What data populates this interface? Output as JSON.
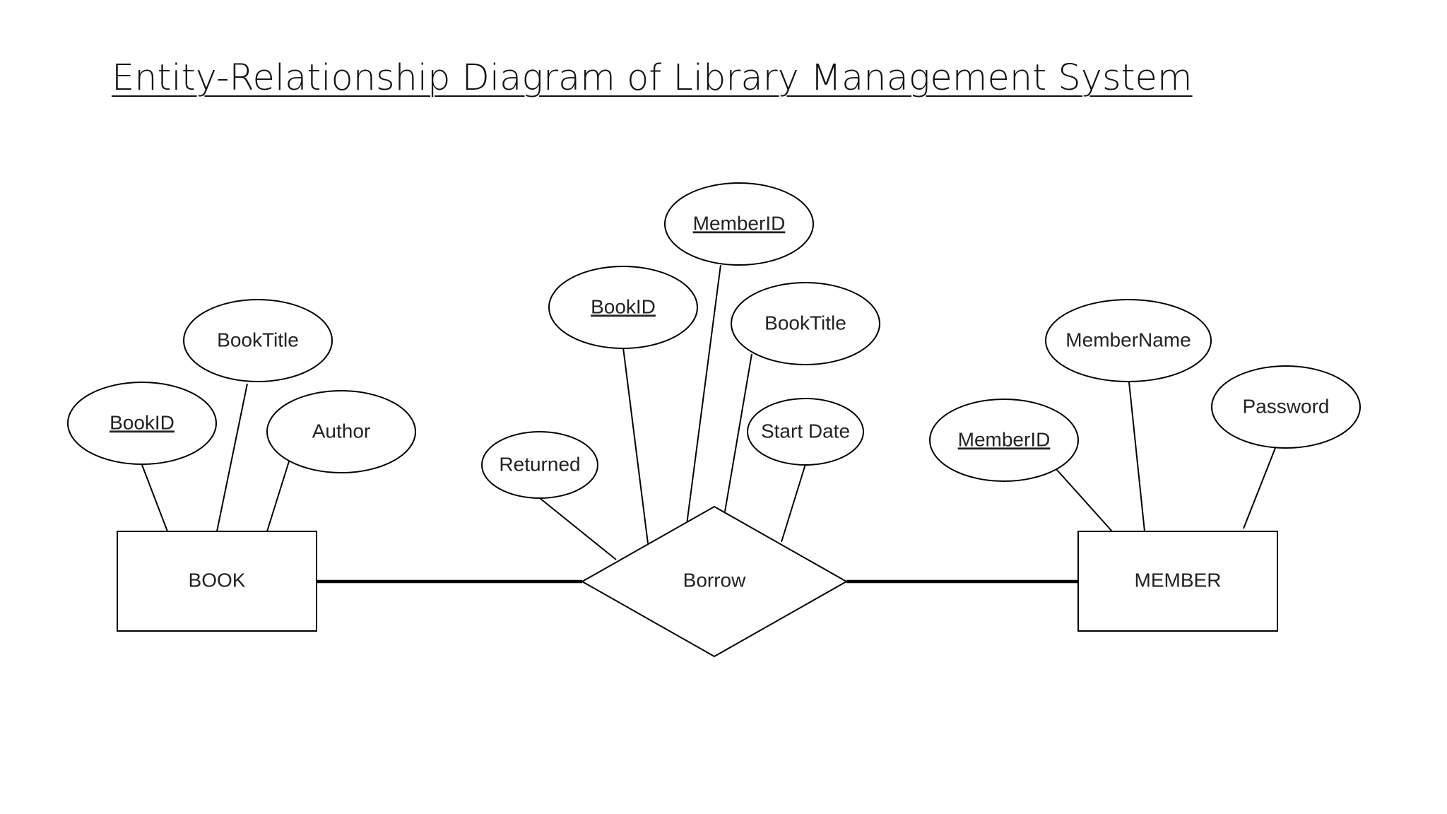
{
  "title": "Entity-Relationship Diagram of Library Management System",
  "diagram": {
    "entities": {
      "book": "BOOK",
      "member": "MEMBER"
    },
    "relationship": {
      "borrow": "Borrow"
    },
    "attributes": {
      "book": {
        "book_id": "BookID",
        "book_title": "BookTitle",
        "author": "Author"
      },
      "borrow": {
        "member_id": "MemberID",
        "book_id": "BookID",
        "book_title": "BookTitle",
        "start_date": "Start Date",
        "returned": "Returned"
      },
      "member": {
        "member_id": "MemberID",
        "member_name": "MemberName",
        "password": "Password"
      }
    }
  }
}
